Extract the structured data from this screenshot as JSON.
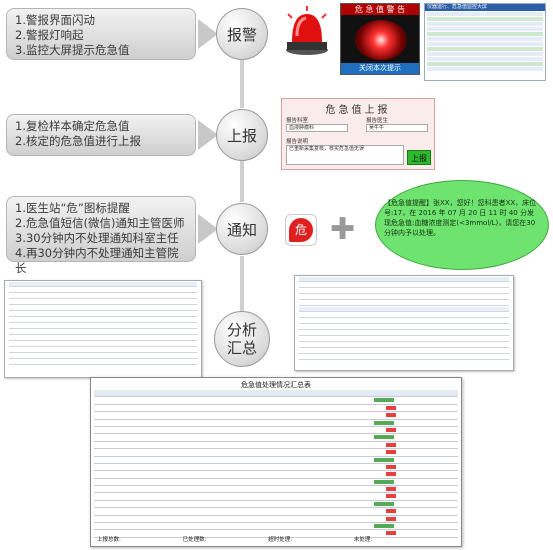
{
  "steps": [
    {
      "lines": [
        "1.警报界面闪动",
        "2.警报灯响起",
        "3.监控大屏提示危急值"
      ],
      "label": "报警"
    },
    {
      "lines": [
        "1.复检样本确定危急值",
        "2.核定的危急值进行上报"
      ],
      "label": "上报"
    },
    {
      "lines": [
        "1.医生站“危”图标提醒",
        "2.危急值短信(微信)通知主管医师",
        "3.30分钟内不处理通知科室主任",
        "4.再30分钟内不处理通知主管院长"
      ],
      "label": "通知"
    },
    {
      "label": "分析汇总"
    }
  ],
  "alarm_panel": {
    "title": "危 急 值 警 告",
    "button": "关闭本次提示"
  },
  "monitor_title": "仪器运行、危急值监控大屏",
  "report_form": {
    "title": "危急值上报",
    "dept_label": "报告科室",
    "dept_value": "血液肿瘤科",
    "doctor_label": "报告医生",
    "doctor_value": "吴牛牛",
    "note_label": "报告说明",
    "note_value": "已重新采集复核，核实危急值无误",
    "submit": "上报"
  },
  "danger_icon": "危",
  "sms_message": "【危急值提醒】张XX，您好！您科患者XX，床位号:17，在 2016 年 07 月 20 日 11 时 40 分发现危急值:血糖浓度测定(<3mmol/L)，请您在30分钟内予以处理。",
  "summary_table": {
    "title": "危急值处理情况汇总表",
    "footer": [
      "上报总数:",
      "已处理数:",
      "超时处理:",
      "未处理:"
    ]
  },
  "colors": {
    "alarm": "#b00000",
    "sms": "#6fe36f",
    "form_bg": "#fbecec",
    "submit": "#2eb82e"
  }
}
